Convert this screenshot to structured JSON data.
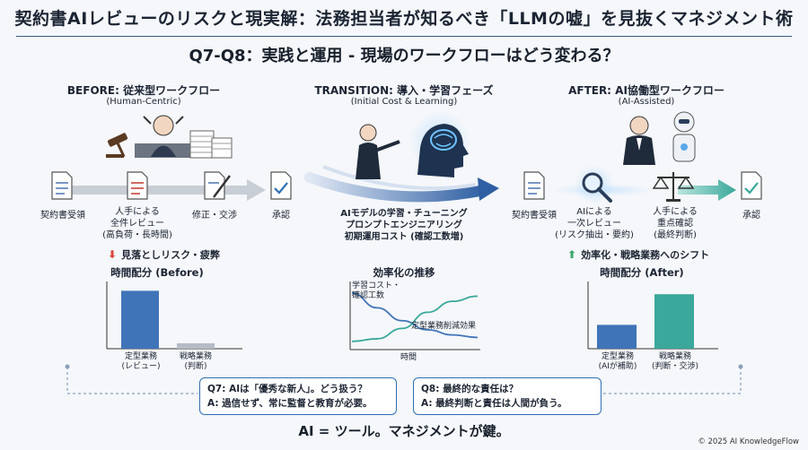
{
  "title": "契約書AIレビューのリスクと現実解：法務担当者が知るべき「LLMの嘘」を見抜くマネジメント術",
  "subtitle": "Q7-Q8：実践と運用 - 現場のワークフローはどう変わる？",
  "before": {
    "heading": "BEFORE: 従来型ワークフロー",
    "sub": "(Human-Centric)",
    "steps": [
      {
        "l1": "契約書受領",
        "l2": "",
        "l3": ""
      },
      {
        "l1": "人手による",
        "l2": "全件レビュー",
        "l3": "(高負荷・長時間)"
      },
      {
        "l1": "修正・交渉",
        "l2": "",
        "l3": ""
      },
      {
        "l1": "承認",
        "l2": "",
        "l3": ""
      }
    ],
    "note": "見落としリスク・疲弊",
    "chart_title": "時間配分 (Before)"
  },
  "transition": {
    "heading": "TRANSITION: 導入・学習フェーズ",
    "sub": "(Initial Cost & Learning)",
    "lines": [
      "AIモデルの学習・チューニング",
      "プロンプトエンジニアリング",
      "初期運用コスト (確認工数増)"
    ],
    "chart_title": "効率化の推移",
    "curve_label_1": "学習コスト・",
    "curve_label_2": "確認工数",
    "curve_label_3": "定型業務削減効果",
    "xlabel": "時間"
  },
  "after": {
    "heading": "AFTER: AI協働型ワークフロー",
    "sub": "(AI-Assisted)",
    "steps": [
      {
        "l1": "契約書受領",
        "l2": "",
        "l3": ""
      },
      {
        "l1": "AIによる",
        "l2": "一次レビュー",
        "l3": "(リスク抽出・要約)"
      },
      {
        "l1": "人手による",
        "l2": "重点確認",
        "l3": "(最終判断)"
      },
      {
        "l1": "承認",
        "l2": "",
        "l3": ""
      }
    ],
    "note": "効率化・戦略業務へのシフト",
    "chart_title": "時間配分 (After)"
  },
  "chart_data": [
    {
      "type": "bar",
      "title": "時間配分 (Before)",
      "categories": [
        [
          "定型業務",
          "(レビュー)"
        ],
        [
          "戦略業務",
          "(判断)"
        ]
      ],
      "values": [
        0.85,
        0.08
      ],
      "colors": [
        "#3f74b8",
        "#b5bcc6"
      ]
    },
    {
      "type": "line",
      "title": "効率化の推移",
      "xlabel": "時間",
      "series": [
        {
          "name": "学習コスト・確認工数",
          "values": [
            0.85,
            0.62,
            0.42,
            0.28,
            0.2,
            0.16
          ],
          "color": "#3f74b8"
        },
        {
          "name": "定型業務削減効果",
          "values": [
            0.1,
            0.14,
            0.3,
            0.55,
            0.72,
            0.8
          ],
          "color": "#3aa89b"
        }
      ]
    },
    {
      "type": "bar",
      "title": "時間配分 (After)",
      "categories": [
        [
          "定型業務",
          "(AIが補助)"
        ],
        [
          "戦略業務",
          "(判断・交渉)"
        ]
      ],
      "values": [
        0.35,
        0.8
      ],
      "colors": [
        "#3f74b8",
        "#3aa89b"
      ]
    }
  ],
  "qa": [
    {
      "q": "Q7: AIは「優秀な新人」。どう扱う？",
      "a": "A: 過信せず、常に監督と教育が必要。"
    },
    {
      "q": "Q8: 最終的な責任は？",
      "a": "A: 最終判断と責任は人間が負う。"
    }
  ],
  "footer": "AI = ツール。マネジメントが鍵。",
  "copyright": "© 2025 AI KnowledgeFlow"
}
